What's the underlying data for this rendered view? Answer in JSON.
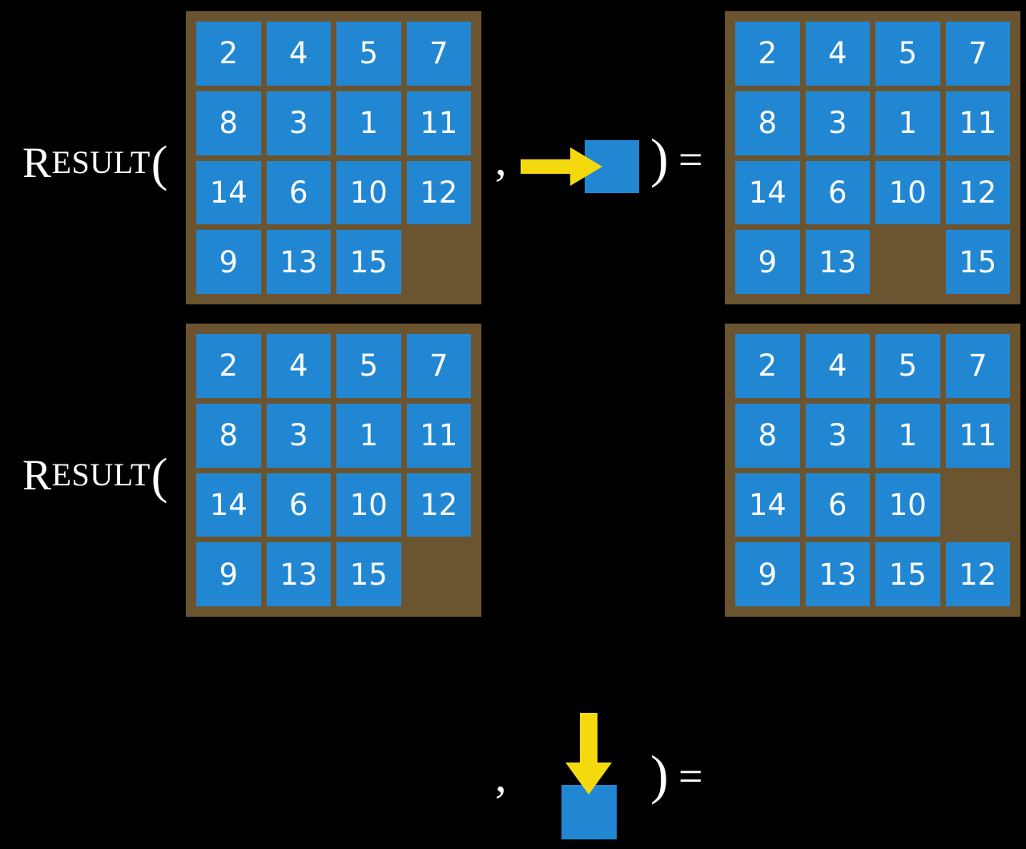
{
  "colors": {
    "background": "#000000",
    "board": "#6b5430",
    "tile": "#2287d3",
    "tile_text": "#ffffff",
    "arrow": "#f5d90f",
    "text": "#ffffff"
  },
  "label": {
    "lead": "R",
    "rest": "ESULT",
    "open_paren": "(",
    "close_paren": ")",
    "comma": ",",
    "equals": "="
  },
  "rows": [
    {
      "id": "row-move-right",
      "label": {
        "lead": "R",
        "rest": "ESULT",
        "open_paren": "("
      },
      "input_board": {
        "name": "input-board-top",
        "tiles": [
          [
            "2",
            "4",
            "5",
            "7"
          ],
          [
            "8",
            "3",
            "1",
            "11"
          ],
          [
            "14",
            "6",
            "10",
            "12"
          ],
          [
            "9",
            "13",
            "15",
            ""
          ]
        ]
      },
      "action": {
        "name": "action-move-right",
        "arrow_direction": "right",
        "arrow_icon": "arrow-right-icon",
        "square_label": ""
      },
      "output_board": {
        "name": "output-board-top",
        "tiles": [
          [
            "2",
            "4",
            "5",
            "7"
          ],
          [
            "8",
            "3",
            "1",
            "11"
          ],
          [
            "14",
            "6",
            "10",
            "12"
          ],
          [
            "9",
            "13",
            "",
            "15"
          ]
        ]
      }
    },
    {
      "id": "row-move-down",
      "label": {
        "lead": "R",
        "rest": "ESULT",
        "open_paren": "("
      },
      "input_board": {
        "name": "input-board-bottom",
        "tiles": [
          [
            "2",
            "4",
            "5",
            "7"
          ],
          [
            "8",
            "3",
            "1",
            "11"
          ],
          [
            "14",
            "6",
            "10",
            "12"
          ],
          [
            "9",
            "13",
            "15",
            ""
          ]
        ]
      },
      "action": {
        "name": "action-move-down",
        "arrow_direction": "down",
        "arrow_icon": "arrow-down-icon",
        "square_label": ""
      },
      "output_board": {
        "name": "output-board-bottom",
        "tiles": [
          [
            "2",
            "4",
            "5",
            "7"
          ],
          [
            "8",
            "3",
            "1",
            "11"
          ],
          [
            "14",
            "6",
            "10",
            ""
          ],
          [
            "9",
            "13",
            "15",
            "12"
          ]
        ]
      }
    }
  ]
}
